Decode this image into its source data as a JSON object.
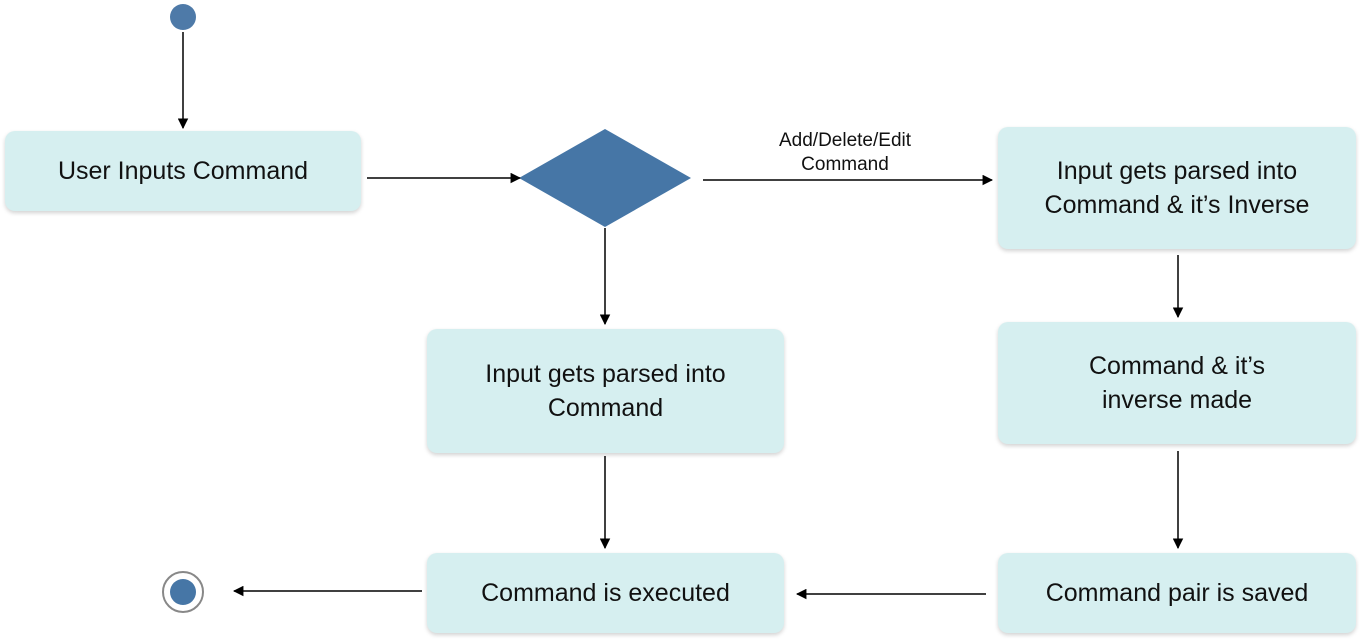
{
  "nodes": {
    "user_inputs": "User Inputs Command",
    "parse_inverse": "Input gets parsed into Command & it’s Inverse",
    "parse_command": "Input gets parsed into Command",
    "inverse_made": "Command & it’s inverse made",
    "executed": "Command is executed",
    "pair_saved": "Command pair is saved"
  },
  "edge_labels": {
    "add_delete_edit_line1": "Add/Delete/Edit",
    "add_delete_edit_line2": "Command"
  },
  "colors": {
    "node_fill": "#d6eff0",
    "marker_fill": "#4e7aa8",
    "diamond_fill": "#4676a6",
    "edge": "#000000"
  }
}
